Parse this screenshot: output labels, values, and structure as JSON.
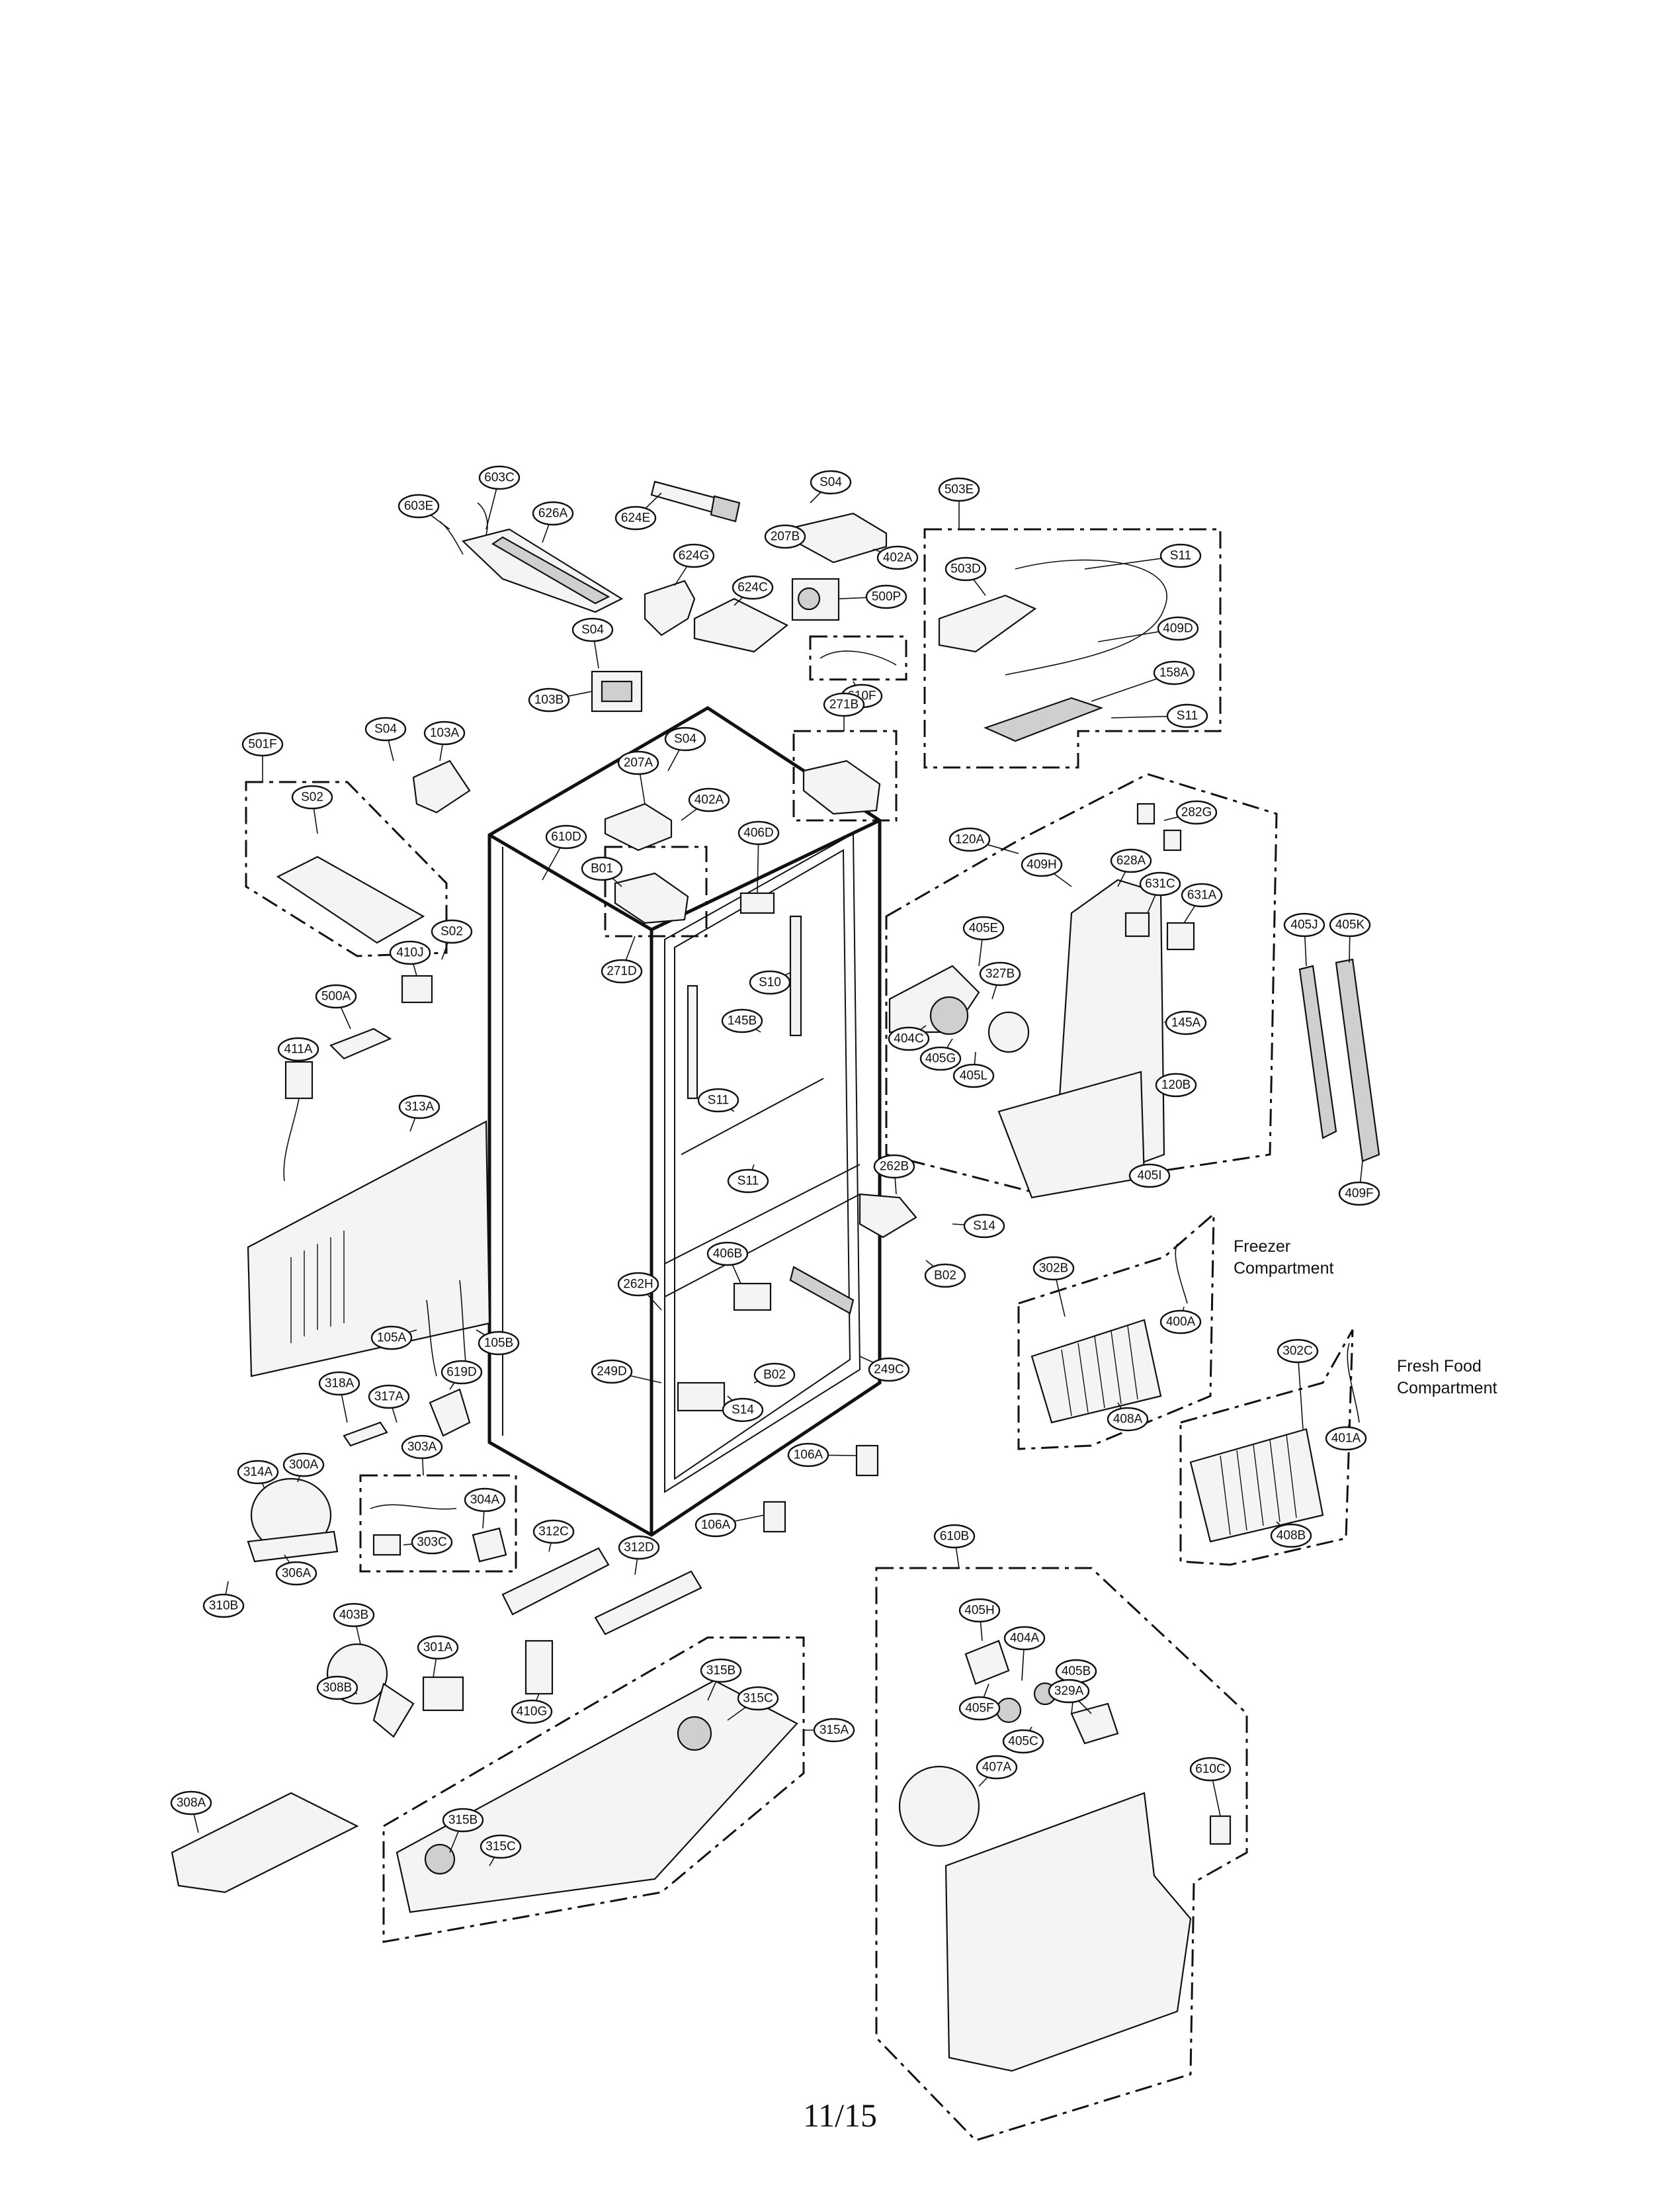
{
  "page": {
    "page_number": "11/15"
  },
  "labels": {
    "freezer": [
      "Freezer",
      "Compartment"
    ],
    "fresh_food": [
      "Fresh Food",
      "Compartment"
    ]
  },
  "callouts": [
    {
      "id": "603C"
    },
    {
      "id": "603E"
    },
    {
      "id": "626A"
    },
    {
      "id": "624E"
    },
    {
      "id": "S04"
    },
    {
      "id": "207B"
    },
    {
      "id": "402A"
    },
    {
      "id": "503E"
    },
    {
      "id": "624G"
    },
    {
      "id": "624C"
    },
    {
      "id": "500P"
    },
    {
      "id": "503D"
    },
    {
      "id": "S11"
    },
    {
      "id": "409D"
    },
    {
      "id": "158A"
    },
    {
      "id": "S11"
    },
    {
      "id": "S04"
    },
    {
      "id": "610F"
    },
    {
      "id": "103B"
    },
    {
      "id": "271B"
    },
    {
      "id": "S04"
    },
    {
      "id": "103A"
    },
    {
      "id": "S04"
    },
    {
      "id": "501F"
    },
    {
      "id": "207A"
    },
    {
      "id": "402A"
    },
    {
      "id": "S02"
    },
    {
      "id": "610D"
    },
    {
      "id": "406D"
    },
    {
      "id": "120A"
    },
    {
      "id": "282G"
    },
    {
      "id": "B01"
    },
    {
      "id": "409H"
    },
    {
      "id": "628A"
    },
    {
      "id": "631C"
    },
    {
      "id": "631A"
    },
    {
      "id": "S02"
    },
    {
      "id": "271D"
    },
    {
      "id": "405J"
    },
    {
      "id": "405K"
    },
    {
      "id": "410J"
    },
    {
      "id": "405E"
    },
    {
      "id": "S10"
    },
    {
      "id": "500A"
    },
    {
      "id": "327B"
    },
    {
      "id": "145B"
    },
    {
      "id": "404C"
    },
    {
      "id": "145A"
    },
    {
      "id": "405G"
    },
    {
      "id": "411A"
    },
    {
      "id": "405L"
    },
    {
      "id": "S11"
    },
    {
      "id": "120B"
    },
    {
      "id": "313A"
    },
    {
      "id": "S11"
    },
    {
      "id": "262B"
    },
    {
      "id": "405I"
    },
    {
      "id": "409F"
    },
    {
      "id": "S14"
    },
    {
      "id": "406B"
    },
    {
      "id": "B02"
    },
    {
      "id": "302B"
    },
    {
      "id": "262H"
    },
    {
      "id": "105A"
    },
    {
      "id": "105B"
    },
    {
      "id": "400A"
    },
    {
      "id": "302C"
    },
    {
      "id": "249D"
    },
    {
      "id": "B02"
    },
    {
      "id": "249C"
    },
    {
      "id": "318A"
    },
    {
      "id": "619D"
    },
    {
      "id": "317A"
    },
    {
      "id": "S14"
    },
    {
      "id": "408A"
    },
    {
      "id": "401A"
    },
    {
      "id": "303A"
    },
    {
      "id": "106A"
    },
    {
      "id": "314A"
    },
    {
      "id": "300A"
    },
    {
      "id": "304A"
    },
    {
      "id": "106A"
    },
    {
      "id": "408B"
    },
    {
      "id": "312C"
    },
    {
      "id": "303C"
    },
    {
      "id": "312D"
    },
    {
      "id": "610B"
    },
    {
      "id": "306A"
    },
    {
      "id": "310B"
    },
    {
      "id": "403B"
    },
    {
      "id": "405H"
    },
    {
      "id": "301A"
    },
    {
      "id": "404A"
    },
    {
      "id": "315B"
    },
    {
      "id": "405B"
    },
    {
      "id": "308B"
    },
    {
      "id": "410G"
    },
    {
      "id": "315C"
    },
    {
      "id": "329A"
    },
    {
      "id": "405F"
    },
    {
      "id": "315A"
    },
    {
      "id": "405C"
    },
    {
      "id": "407A"
    },
    {
      "id": "610C"
    },
    {
      "id": "308A"
    },
    {
      "id": "315B"
    },
    {
      "id": "315C"
    }
  ]
}
